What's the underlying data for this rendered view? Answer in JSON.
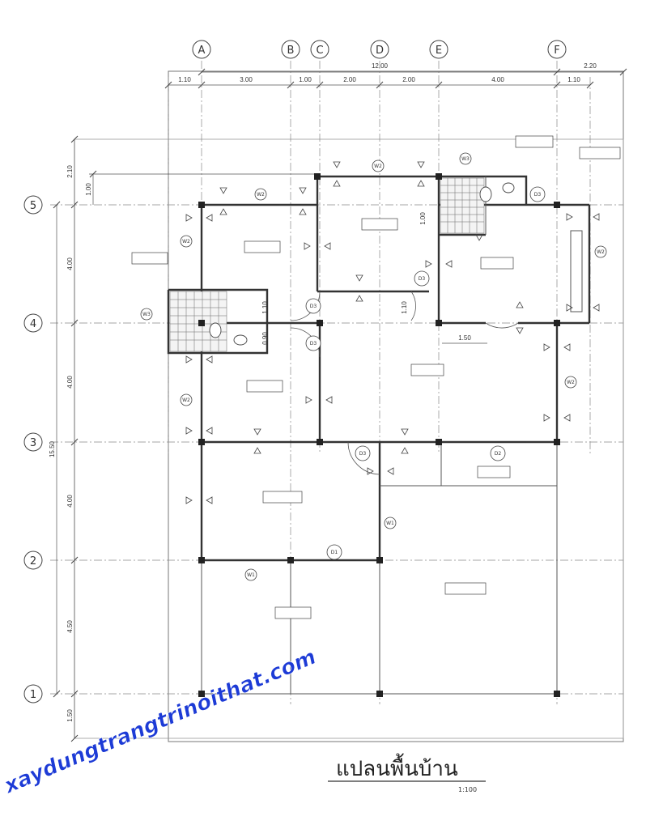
{
  "grid_columns": [
    {
      "id": "col-A",
      "label": "A"
    },
    {
      "id": "col-B",
      "label": "B"
    },
    {
      "id": "col-C",
      "label": "C"
    },
    {
      "id": "col-D",
      "label": "D"
    },
    {
      "id": "col-E",
      "label": "E"
    },
    {
      "id": "col-F",
      "label": "F"
    }
  ],
  "grid_rows": [
    {
      "id": "row-5",
      "label": "5"
    },
    {
      "id": "row-4",
      "label": "4"
    },
    {
      "id": "row-3",
      "label": "3"
    },
    {
      "id": "row-2",
      "label": "2"
    },
    {
      "id": "row-1",
      "label": "1"
    }
  ],
  "dimensions": {
    "total_width": "12.00",
    "right_overhang": "2.20",
    "top_segments": [
      "1.10",
      "3.00",
      "1.00",
      "2.00",
      "2.00",
      "4.00",
      "1.10"
    ],
    "left_segments": [
      "2.10",
      "4.00",
      "4.00",
      "4.00",
      "4.50",
      "1.50"
    ],
    "left_total": "15.50",
    "inner_top": "1.00",
    "bath_left_1": "1.10",
    "bath_left_2": "0.90",
    "bath_right": "1.00",
    "hall": "1.10",
    "kitchen": "1.50"
  },
  "door_tags": [
    "D1",
    "D2",
    "D3",
    "D3",
    "D3",
    "D3",
    "D3"
  ],
  "window_tags": [
    "W1",
    "W1",
    "W2",
    "W2",
    "W2",
    "W2",
    "W2",
    "W2",
    "W3",
    "W3"
  ],
  "title": "แปลนพื้นบ้าน",
  "scale": "1:100",
  "watermark": "xaydungtrangtrinoithat.com"
}
